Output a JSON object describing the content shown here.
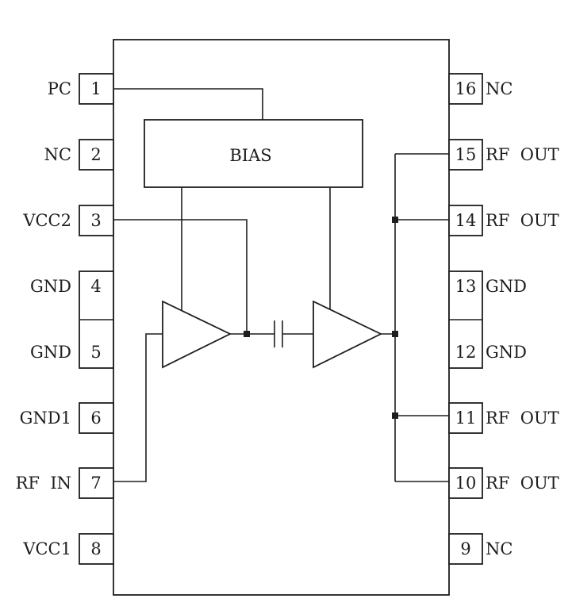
{
  "bias_label": "BIAS",
  "pins": [
    {
      "num": "1",
      "label": "PC"
    },
    {
      "num": "2",
      "label": "NC"
    },
    {
      "num": "3",
      "label": "VCC2"
    },
    {
      "num": "4",
      "label": "GND"
    },
    {
      "num": "5",
      "label": "GND"
    },
    {
      "num": "6",
      "label": "GND1"
    },
    {
      "num": "7",
      "label": "RF  IN"
    },
    {
      "num": "8",
      "label": "VCC1"
    },
    {
      "num": "9",
      "label": "NC"
    },
    {
      "num": "10",
      "label": "RF  OUT"
    },
    {
      "num": "11",
      "label": "RF  OUT"
    },
    {
      "num": "12",
      "label": "GND"
    },
    {
      "num": "13",
      "label": "GND"
    },
    {
      "num": "14",
      "label": "RF  OUT"
    },
    {
      "num": "15",
      "label": "RF  OUT"
    },
    {
      "num": "16",
      "label": "NC"
    }
  ]
}
